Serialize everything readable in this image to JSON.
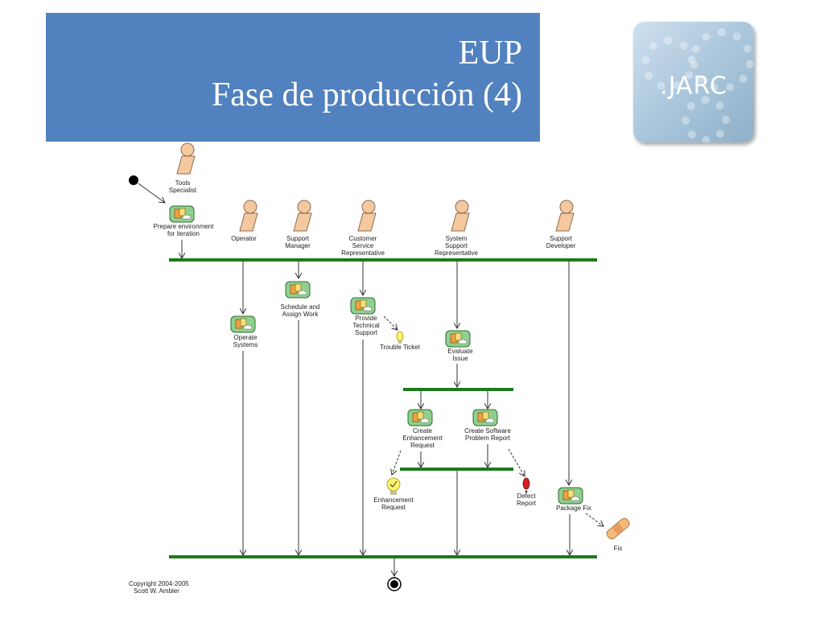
{
  "slide": {
    "title_line1": "EUP",
    "title_line2": "Fase de producción (4)",
    "logo_text": ".JARC"
  },
  "diagram": {
    "roles": {
      "tools_specialist": [
        "Tools",
        "Specialist"
      ],
      "operator": [
        "Operator"
      ],
      "support_manager": [
        "Support",
        "Manager"
      ],
      "customer_service": [
        "Customer",
        "Service",
        "Representative"
      ],
      "system_support": [
        "System",
        "Support",
        "Representative"
      ],
      "support_developer": [
        "Support",
        "Developer"
      ]
    },
    "activities": {
      "prepare_environment": [
        "Prepare environment",
        "for iteration"
      ],
      "operate_systems": [
        "Operate",
        "Systems"
      ],
      "schedule_work": [
        "Schedule and",
        "Assign Work"
      ],
      "provide_support": [
        "Provide",
        "Technical",
        "Support"
      ],
      "evaluate_issue": [
        "Evaluate",
        "Issue"
      ],
      "create_enhancement": [
        "Create",
        "Enhancement",
        "Request"
      ],
      "create_problem_report": [
        "Create Software",
        "Problem Report"
      ],
      "package_fix": [
        "Package Fix"
      ]
    },
    "artifacts": {
      "trouble_ticket": [
        "Trouble Ticket"
      ],
      "enhancement_request": [
        "Enhancement",
        "Request"
      ],
      "defect_report": [
        "Defect",
        "Report"
      ],
      "fix": [
        "Fix"
      ]
    },
    "copyright": [
      "Copyright 2004-2005",
      "Scott W. Ambler"
    ]
  },
  "colors": {
    "title_bg": "#5181be",
    "sync_bar": "#1b7b1b",
    "activity_fill": "#8fd08f",
    "actor_fill": "#f5c9a0"
  }
}
